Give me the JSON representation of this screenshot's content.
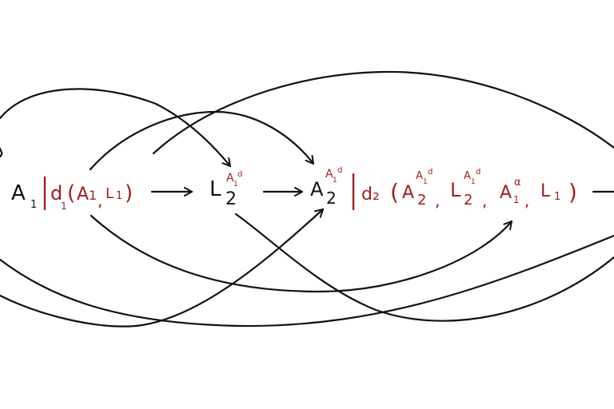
{
  "nodes": {
    "a1": {
      "base": "A",
      "sub": "1"
    },
    "d1": {
      "label": "d",
      "sub": "1",
      "open": "(",
      "arg1": "A",
      "arg1_sub": "1",
      "comma": ",",
      "arg2": "L",
      "arg2_sub": "1",
      "close": ")"
    },
    "l2": {
      "base": "L",
      "sub": "2",
      "sup": "A",
      "sup_sub": "1",
      "sup_sup": "d"
    },
    "a2": {
      "base": "A",
      "sub": "2",
      "sup": "A",
      "sup_sub": "1",
      "sup_sup": "d"
    },
    "d2": {
      "label": "d₂",
      "open": "(",
      "t1_base": "A",
      "t1_sub": "2",
      "t1_sup": "A",
      "t1_sup_sub": "1",
      "t1_sup_sup": "d",
      "comma1": ",",
      "t2_base": "L",
      "t2_sub": "2",
      "t2_sup": "A",
      "t2_sup_sub": "1",
      "t2_sup_sup": "d",
      "comma2": ",",
      "t3_base": "A",
      "t3_sub": "1",
      "t3_sup": "α",
      "comma3": ",",
      "t4_base": "L",
      "t4_sub": "1",
      "close": ")"
    }
  },
  "colors": {
    "ink": "#111111",
    "annotation": "#a31d1d",
    "background": "#ffffff"
  }
}
